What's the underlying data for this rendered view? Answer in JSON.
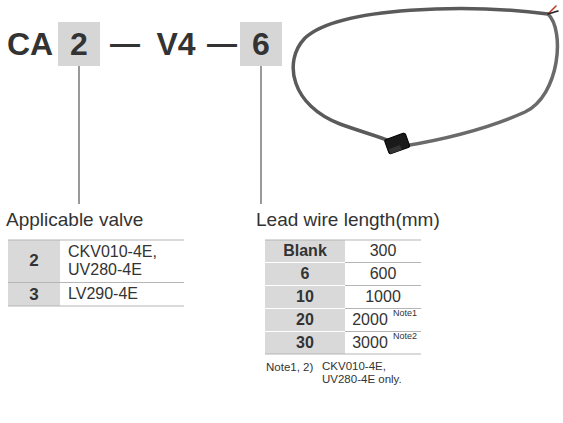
{
  "diagram": {
    "nodes": [
      {
        "text": [
          "2"
        ]
      },
      {
        "text": [
          "6"
        ]
      }
    ],
    "labels": [
      "CA",
      "—",
      "V4",
      "—",
      "Applicable valve",
      "2",
      "CKV010-4E, UV280-4E",
      "3",
      "LV290-4E",
      "Lead wire length(mm)",
      "Blank",
      "300",
      "6",
      "600",
      "10",
      "1000",
      "20",
      "2000",
      "Note1",
      "30",
      "3000",
      "Note2",
      "Note1, 2)",
      "CKV010-4E, UV280-4E only."
    ]
  }
}
